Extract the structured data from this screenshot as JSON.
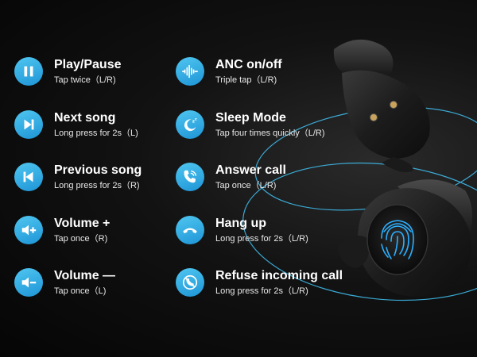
{
  "left": [
    {
      "title": "Play/Pause",
      "sub": "Tap twice（L/R)",
      "icon": "play-pause-icon"
    },
    {
      "title": "Next song",
      "sub": "Long press for 2s（L)",
      "icon": "next-track-icon"
    },
    {
      "title": "Previous song",
      "sub": "Long press for 2s（R)",
      "icon": "previous-track-icon"
    },
    {
      "title": "Volume +",
      "sub": "Tap once（R)",
      "icon": "volume-up-icon"
    },
    {
      "title": "Volume —",
      "sub": "Tap once（L)",
      "icon": "volume-down-icon"
    }
  ],
  "right": [
    {
      "title": "ANC on/off",
      "sub": "Triple tap（L/R)",
      "icon": "anc-waveform-icon"
    },
    {
      "title": "Sleep Mode",
      "sub": "Tap four times quickly（L/R)",
      "icon": "sleep-moon-icon"
    },
    {
      "title": "Answer call",
      "sub": "Tap once（L/R)",
      "icon": "answer-call-icon"
    },
    {
      "title": "Hang up",
      "sub": "Long press for 2s（L/R)",
      "icon": "hang-up-icon"
    },
    {
      "title": "Refuse incoming call",
      "sub": "Long press for 2s（L/R)",
      "icon": "refuse-call-icon"
    }
  ],
  "colors": {
    "icon_bg": "#2aa7e2",
    "orbit": "#3fb9e8",
    "fingerprint": "#2bb0ff"
  }
}
